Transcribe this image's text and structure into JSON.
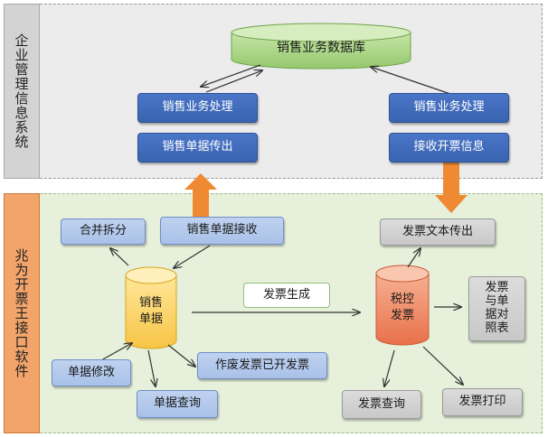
{
  "erp_section": {
    "label": "企业管理信息系统",
    "database": "销售业务数据库",
    "left_process": "销售业务处理",
    "left_send": "销售单据传出",
    "right_process": "销售业务处理",
    "right_receive": "接收开票信息"
  },
  "interface_section": {
    "label": "兆为开票王接口软件",
    "merge_split": "合并拆分",
    "receive_docs": "销售单据接收",
    "sales_docs": "销售\n单据",
    "doc_modify": "单据修改",
    "doc_query": "单据查询",
    "void_invoice": "作废发票已开发票",
    "invoice_generate": "发票生成",
    "tax_invoice": "税控\n发票",
    "invoice_text_out": "发票文本传出",
    "invoice_doc_reconcile": "发票\n与单\n据对\n照表",
    "invoice_query": "发票查询",
    "invoice_print": "发票打印"
  },
  "colors": {
    "erp_band": "#ececec",
    "interface_band": "#e6f0da",
    "erp_side": "#d0d0d0",
    "interface_side": "#f2a46a",
    "orange_arrow": "#f08a32"
  }
}
